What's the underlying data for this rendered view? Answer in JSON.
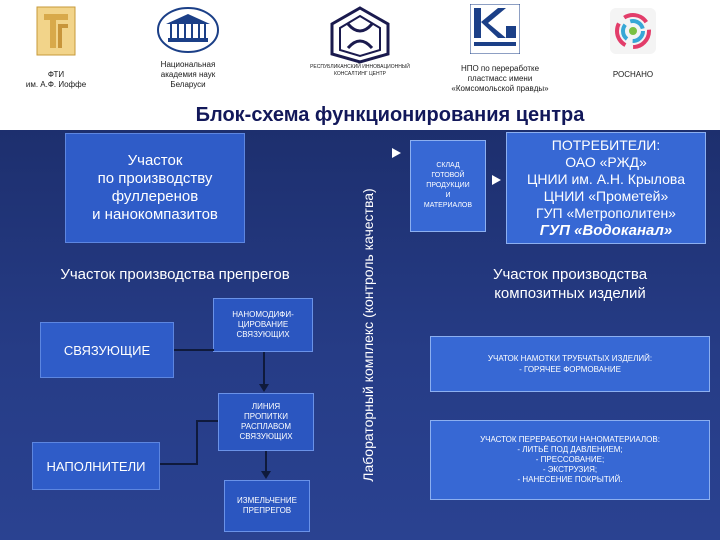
{
  "header": {
    "logos": [
      {
        "name": "fti-logo",
        "caption_lines": [
          "ФТИ",
          "им. А.Ф. Иоффе"
        ]
      },
      {
        "name": "nan-belarus-logo",
        "caption_lines": [
          "Национальная",
          "академия наук",
          "Беларуси"
        ]
      },
      {
        "name": "knots-logo",
        "caption_lines": [
          "РЕСПУБЛИКАНСКИЙ ИННОВАЦИОННЫЙ",
          "КОНСАЛТИНГ ЦЕНТР"
        ]
      },
      {
        "name": "npo-k-logo",
        "caption_lines": [
          "НПО по переработке",
          "пластмасс имени",
          "«Комсомольской правды»"
        ]
      },
      {
        "name": "rusnano-logo",
        "caption_lines": [
          "РОСНАНО"
        ]
      }
    ],
    "title": "Блок-схема функционирования центра"
  },
  "left": {
    "fullerene_box": [
      "Участок",
      "по производству",
      "фуллеренов",
      "и нанокомпазитов"
    ],
    "prepreg_heading": "Участок производства препрегов",
    "binders": "СВЯЗУЮЩИЕ",
    "nanomod": [
      "НАНОМОДИФИ-",
      "ЦИРОВАНИЕ",
      "СВЯЗУЮЩИХ"
    ],
    "impregnation": [
      "ЛИНИЯ",
      "ПРОПИТКИ",
      "РАСПЛАВОМ",
      "СВЯЗУЮЩИХ"
    ],
    "fillers": "НАПОЛНИТЕЛИ",
    "grinding": [
      "ИЗМЕЛЬЧЕНИЕ",
      "ПРЕПРЕГОВ"
    ]
  },
  "lab": "Лабораторный комплекс (контроль качества)",
  "right": {
    "warehouse": [
      "СКЛАД",
      "ГОТОВОЙ",
      "ПРОДУКЦИИ",
      "И",
      "МАТЕРИАЛОВ"
    ],
    "consumers": [
      "ПОТРЕБИТЕЛИ:",
      "ОАО «РЖД»",
      "ЦНИИ им. А.Н. Крылова",
      "ЦНИИ «Прометей»",
      "ГУП «Метрополитен»"
    ],
    "consumers_last": "ГУП «Водоканал»",
    "composite_heading": [
      "Участок производства",
      "композитных изделий"
    ],
    "winding": [
      "УЧАТОК НАМОТКИ ТРУБЧАТЫХ ИЗДЕЛИЙ:",
      "- ГОРЯЧЕЕ ФОРМОВАНИЕ"
    ],
    "nano_processing": [
      "УЧАСТОК ПЕРЕРАБОТКИ НАНОМАТЕРИАЛОВ:",
      "- ЛИТЬЁ ПОД ДАВЛЕНИЕМ;",
      "- ПРЕССОВАНИЕ;",
      "- ЭКСТРУЗИЯ;",
      "- НАНЕСЕНИЕ ПОКРЫТИЙ."
    ]
  },
  "colors": {
    "background": "#263c86",
    "box_light": "#2f5cc8",
    "box_node": "#2b56c0",
    "title": "#12185a",
    "lines": "#0f1a3c"
  }
}
